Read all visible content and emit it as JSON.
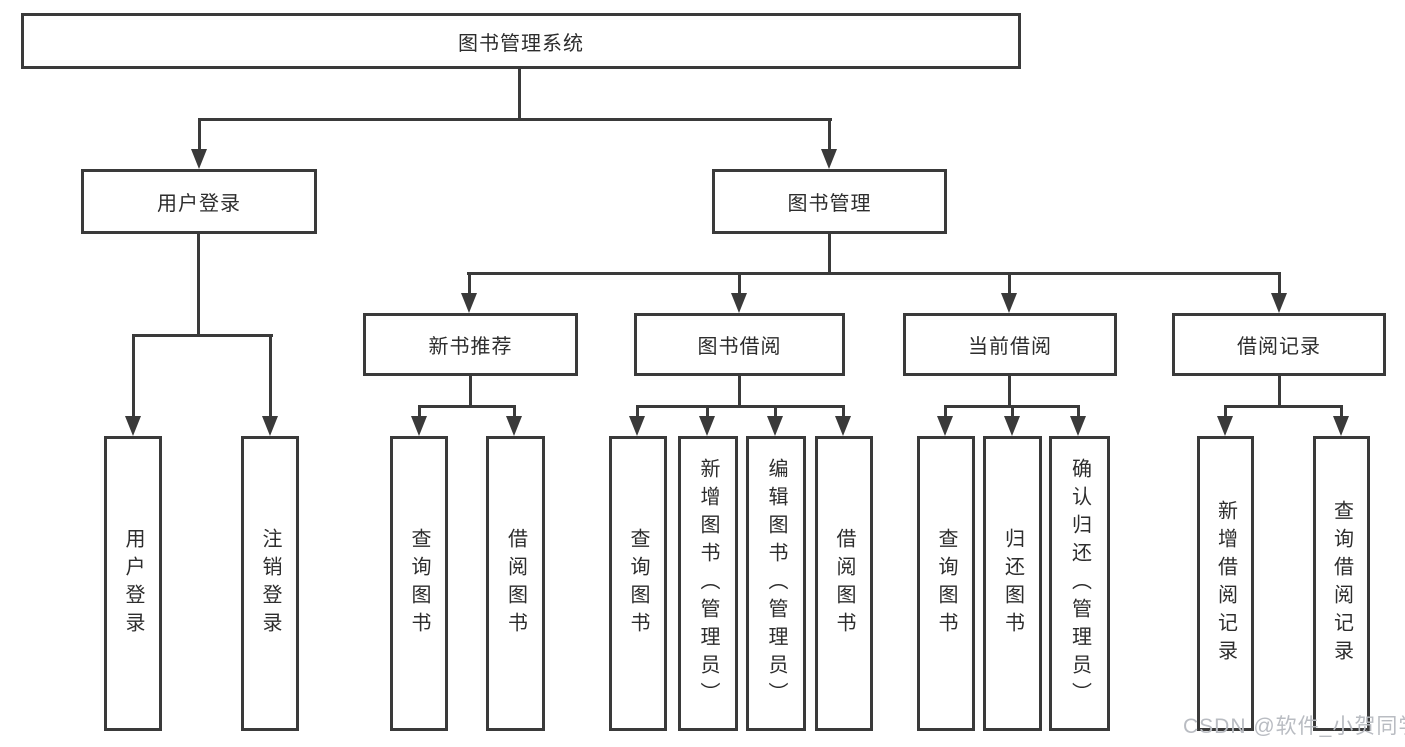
{
  "colors": {
    "line": "#3a3a3a",
    "text": "#2d2d2d",
    "background": "#ffffff",
    "watermark": "#b9bcc2"
  },
  "watermark": "CSDN @软件_小贺同学",
  "tree": {
    "root": "图书管理系统",
    "branches": [
      {
        "label": "用户登录",
        "children": [
          "用户登录",
          "注销登录"
        ]
      },
      {
        "label": "图书管理",
        "children": [
          {
            "label": "新书推荐",
            "children": [
              "查询图书",
              "借阅图书"
            ]
          },
          {
            "label": "图书借阅",
            "children": [
              "查询图书",
              "新增图书（管理员）",
              "编辑图书（管理员）",
              "借阅图书"
            ]
          },
          {
            "label": "当前借阅",
            "children": [
              "查询图书",
              "归还图书",
              "确认归还（管理员）"
            ]
          },
          {
            "label": "借阅记录",
            "children": [
              "新增借阅记录",
              "查询借阅记录"
            ]
          }
        ]
      }
    ]
  }
}
